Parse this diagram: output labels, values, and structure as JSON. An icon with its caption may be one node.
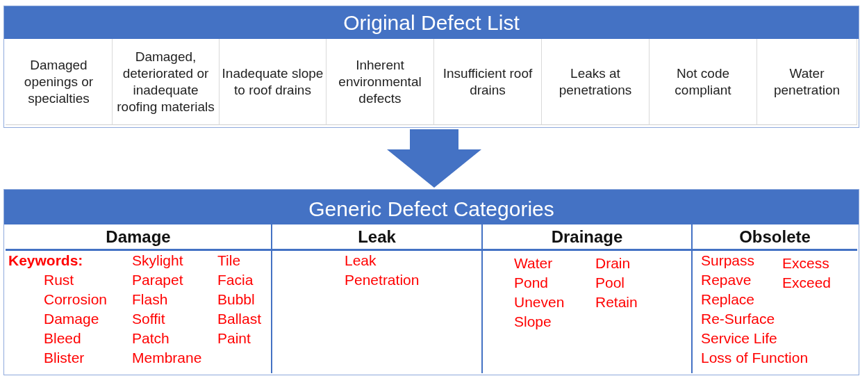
{
  "diagram": {
    "nodes": [
      {
        "text": [
          "Original Defect List"
        ]
      },
      {
        "text": [
          "Damaged openings or specialties"
        ],
        "in": 0
      },
      {
        "text": [
          "Damaged, deteriorated or inadequate roofing materials"
        ],
        "in": 0
      },
      {
        "text": [
          "Inadequate slope to roof drains"
        ],
        "in": 0
      },
      {
        "text": [
          "Inherent environmental defects"
        ],
        "in": 0
      },
      {
        "text": [
          "Insufficient roof drains"
        ],
        "in": 0
      },
      {
        "text": [
          "Leaks at penetrations"
        ],
        "in": 0
      },
      {
        "text": [
          "Not code compliant"
        ],
        "in": 0
      },
      {
        "text": [
          "Water penetration"
        ],
        "in": 0
      },
      {
        "text": [
          "Generic Defect Categories"
        ]
      },
      {
        "text": [
          "Damage",
          "Keywords:",
          "Skylight",
          "Tile",
          "Rust",
          "Parapet",
          "Facia",
          "Corrosion",
          "Flash",
          "Bubbl",
          "Damage",
          "Soffit",
          "Ballast",
          "Bleed",
          "Patch",
          "Paint",
          "Blister",
          "Membrane"
        ],
        "in": 9
      },
      {
        "text": [
          "Leak",
          "Leak",
          "Penetration"
        ],
        "in": 9
      },
      {
        "text": [
          "Drainage",
          "Water",
          "Drain",
          "Pond",
          "Pool",
          "Uneven",
          "Retain",
          "Slope"
        ],
        "in": 9
      },
      {
        "text": [
          "Obsolete",
          "Surpass",
          "Excess",
          "Repave",
          "Exceed",
          "Replace",
          "Re-Surface",
          "Service Life",
          "Loss of Function"
        ],
        "in": 9
      }
    ],
    "edges": [
      {
        "from": 0,
        "to": 9,
        "arrow": "to"
      }
    ]
  }
}
